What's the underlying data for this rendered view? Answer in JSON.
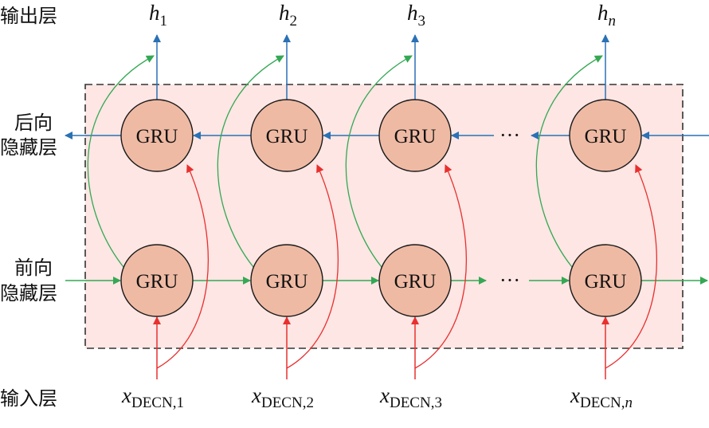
{
  "title": "Bidirectional GRU network structure",
  "layers": {
    "output": "输出层",
    "backward_line1": "后向",
    "backward_line2": "隐藏层",
    "forward_line1": "前向",
    "forward_line2": "隐藏层",
    "input": "输入层"
  },
  "cell_label": "GRU",
  "ellipsis": "···",
  "columns": [
    {
      "id": "1",
      "output_main": "h",
      "output_sub": "1",
      "output_sub_italic": false,
      "input_main": "x",
      "input_sub": "DECN,",
      "input_index": "1",
      "input_index_italic": false
    },
    {
      "id": "2",
      "output_main": "h",
      "output_sub": "2",
      "output_sub_italic": false,
      "input_main": "x",
      "input_sub": "DECN,",
      "input_index": "2",
      "input_index_italic": false
    },
    {
      "id": "3",
      "output_main": "h",
      "output_sub": "3",
      "output_sub_italic": false,
      "input_main": "x",
      "input_sub": "DECN,",
      "input_index": "3",
      "input_index_italic": false
    },
    {
      "id": "n",
      "output_main": "h",
      "output_sub": "n",
      "output_sub_italic": true,
      "input_main": "x",
      "input_sub": "DECN,",
      "input_index": "n",
      "input_index_italic": true
    }
  ],
  "colors": {
    "container_fill": "#fde6e4",
    "container_border": "#333333",
    "cell_fill": "#efbaa4",
    "cell_border": "#1a1a1a",
    "backward_arrow": "#2a71b5",
    "forward_arrow": "#34a853",
    "input_arrow": "#e8302f"
  }
}
